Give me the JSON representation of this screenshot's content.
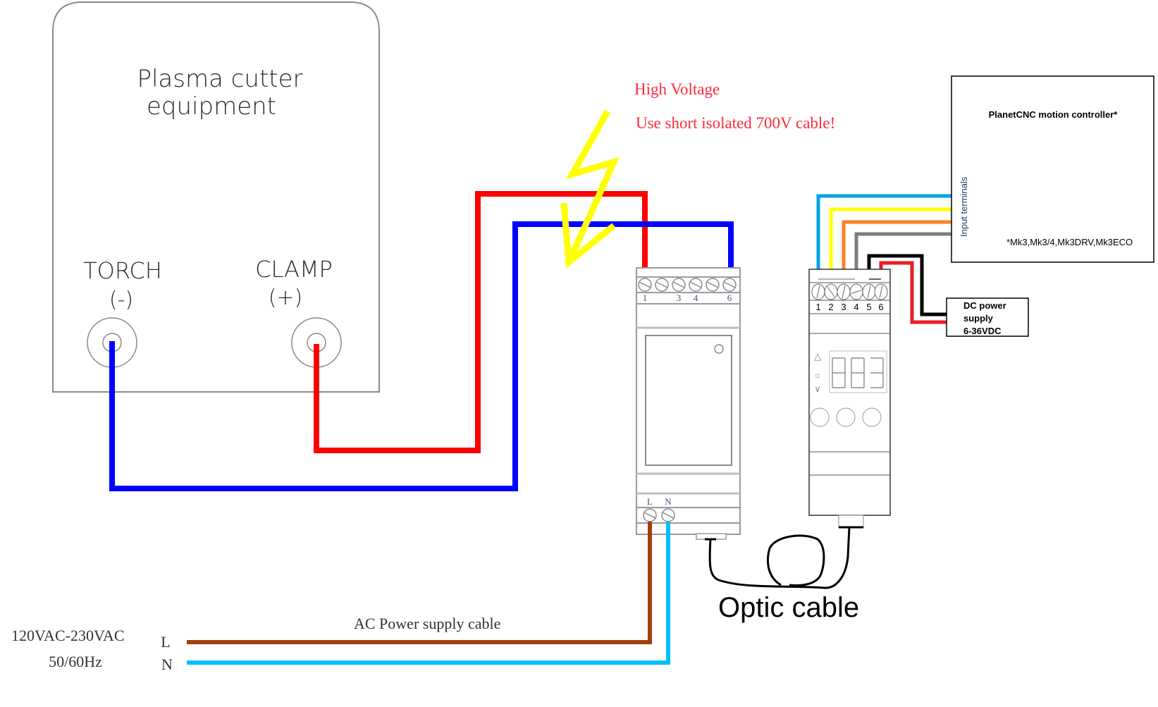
{
  "diagram": {
    "title": "Plasma cutter to PlanetCNC controller wiring",
    "plasma_unit": {
      "title_line1": "Plasma cutter",
      "title_line2": "equipment",
      "torch_label": "TORCH",
      "torch_polarity": "(-)",
      "clamp_label": "CLAMP",
      "clamp_polarity": "(+)"
    },
    "warning": {
      "line1": "High Voltage",
      "line2": "Use short isolated 700V cable!",
      "color": "#ff2a3c",
      "icon": "lightning-bolt-icon",
      "icon_color": "#ffff00"
    },
    "sensor_module": {
      "top_terminal_labels": [
        "1",
        "",
        "3",
        "4",
        "",
        "6"
      ],
      "bottom_terminal_labels": [
        "L",
        "N"
      ]
    },
    "interface_module": {
      "terminal_labels": [
        "1",
        "2",
        "3",
        "4",
        "5",
        "6"
      ],
      "display_digits": [
        "8",
        "8",
        "3"
      ],
      "nav_symbols": [
        "△",
        "○",
        "∨"
      ]
    },
    "controller": {
      "title": "PlanetCNC motion controller*",
      "input_label": "Input terminals",
      "footnote": "*Mk3,Mk3/4,Mk3DRV,Mk3ECO"
    },
    "dc_supply": {
      "line1": "DC power",
      "line2": "supply",
      "line3": "6-36VDC"
    },
    "ac_supply": {
      "voltage": "120VAC-230VAC",
      "frequency": "50/60Hz",
      "line_label": "L",
      "neutral_label": "N",
      "cable_label": "AC Power supply cable"
    },
    "optic_cable_label": "Optic cable",
    "wire_colors": {
      "torch_negative": "#0000ff",
      "clamp_positive": "#ff0000",
      "ac_line": "#a0400c",
      "ac_neutral": "#00bfff",
      "signal_1": "#00a2e8",
      "signal_2": "#ffff00",
      "signal_3": "#ff7f27",
      "signal_4": "#7f7f7f",
      "dc_negative": "#000000",
      "dc_positive": "#ed1c24"
    }
  }
}
